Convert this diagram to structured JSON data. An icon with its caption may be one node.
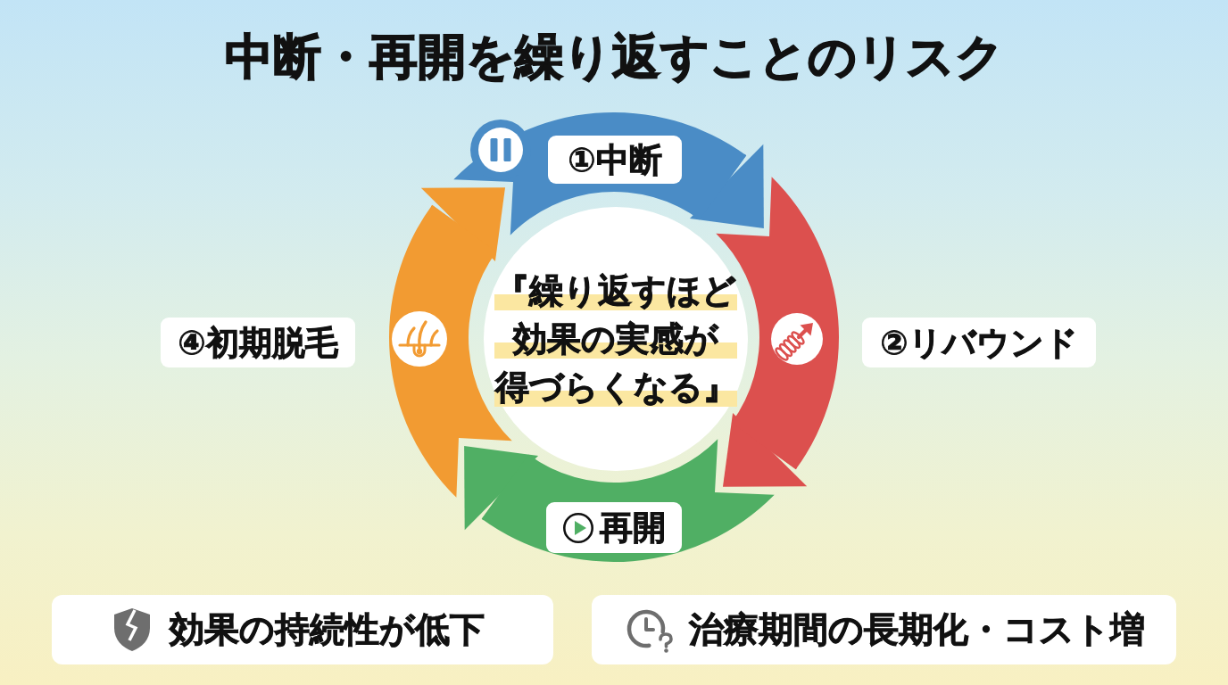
{
  "diagram": {
    "title": "中断・再開を繰り返すことのリスク",
    "nodes": [
      {
        "text": [
          "①中断"
        ]
      },
      {
        "text": [
          "②リバウンド"
        ]
      },
      {
        "text": [
          "再開"
        ]
      },
      {
        "text": [
          "④初期脱毛"
        ]
      },
      {
        "text": [
          "『繰り返すほど効果の実感が得づらくなる』"
        ]
      },
      {
        "text": [
          "効果の持続性が低下"
        ]
      },
      {
        "text": [
          "治療期間の長期化・コスト増"
        ]
      }
    ],
    "edges": [
      {
        "from": 0,
        "to": 1,
        "arrow": "to",
        "color": "#4a8cc6"
      },
      {
        "from": 1,
        "to": 2,
        "arrow": "to",
        "color": "#dc504e"
      },
      {
        "from": 2,
        "to": 3,
        "arrow": "to",
        "color": "#50af64"
      },
      {
        "from": 3,
        "to": 0,
        "arrow": "to",
        "color": "#f29b32"
      }
    ]
  }
}
